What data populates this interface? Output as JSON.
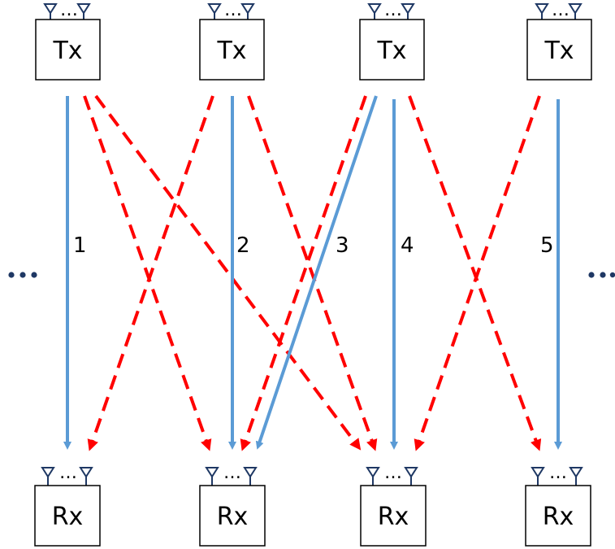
{
  "transmitters": [
    {
      "label": "Tx"
    },
    {
      "label": "Tx"
    },
    {
      "label": "Tx"
    },
    {
      "label": "Tx"
    }
  ],
  "receivers": [
    {
      "label": "Rx"
    },
    {
      "label": "Rx"
    },
    {
      "label": "Rx"
    },
    {
      "label": "Rx"
    }
  ],
  "antenna_ellipsis": "…",
  "links": [
    {
      "label": "1"
    },
    {
      "label": "2"
    },
    {
      "label": "3"
    },
    {
      "label": "4"
    },
    {
      "label": "5"
    }
  ],
  "edge_ellipsis_left": "…",
  "edge_ellipsis_right": "…",
  "colors": {
    "direct_link": "#5b9bd5",
    "interference_link": "#ff0000",
    "box_stroke": "#000000",
    "dots": "#1f3864"
  }
}
